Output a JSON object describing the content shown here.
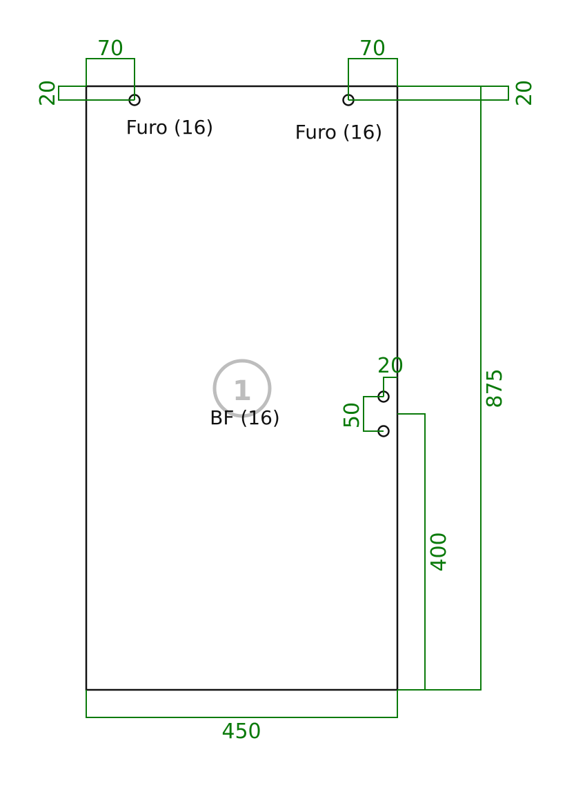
{
  "colors": {
    "dimension": "#0a7a0a",
    "outline": "#111111",
    "badge": "#bdbdbd"
  },
  "panel": {
    "badge_number": "1"
  },
  "labels": {
    "hole_top_left": "Furo (16)",
    "hole_top_right": "Furo (16)",
    "center": "BF (16)"
  },
  "dimensions": {
    "top_left_offset": "70",
    "top_right_offset": "70",
    "left_hole_depth": "20",
    "right_hole_depth": "20",
    "side_edge_offset": "20",
    "side_spacing": "50",
    "side_height": "400",
    "total_height": "875",
    "total_width": "450"
  }
}
